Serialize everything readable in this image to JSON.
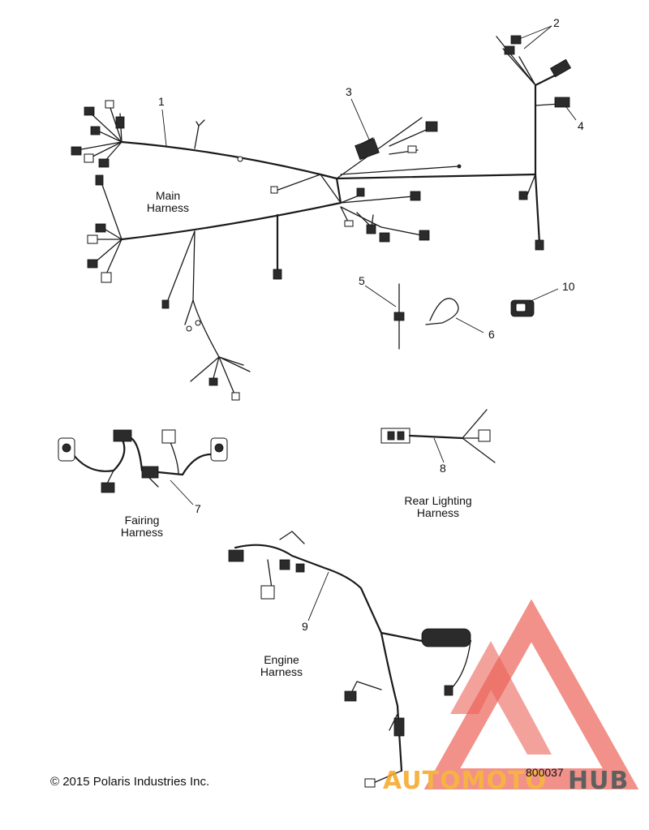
{
  "callouts": [
    "1",
    "2",
    "3",
    "4",
    "5",
    "6",
    "7",
    "8",
    "9",
    "10"
  ],
  "labels": {
    "main": [
      "Main",
      "Harness"
    ],
    "fairing": [
      "Fairing",
      "Harness"
    ],
    "rear": [
      "Rear Lighting",
      "Harness"
    ],
    "engine": [
      "Engine",
      "Harness"
    ]
  },
  "copyright": "© 2015 Polaris Industries Inc.",
  "part_number": "800037",
  "watermark": {
    "text_a": "AUTOMOTO",
    "text_b": "HUB",
    "color_a": "#f5a623",
    "color_b": "#444444",
    "logo_color": "#e8473b"
  }
}
